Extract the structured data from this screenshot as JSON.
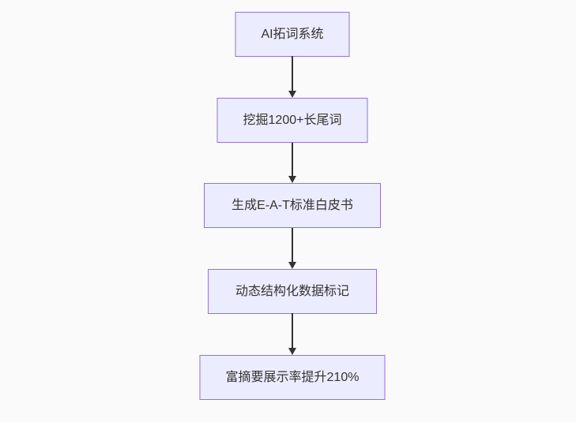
{
  "diagram": {
    "type": "flowchart-top-down",
    "nodes": [
      {
        "label": "AI拓词系统"
      },
      {
        "label": "挖掘1200+长尾词"
      },
      {
        "label": "生成E-A-T标准白皮书"
      },
      {
        "label": "动态结构化数据标记"
      },
      {
        "label": "富摘要展示率提升210%"
      }
    ],
    "edges": [
      {
        "from": 0,
        "to": 1
      },
      {
        "from": 1,
        "to": 2
      },
      {
        "from": 2,
        "to": 3
      },
      {
        "from": 3,
        "to": 4
      }
    ],
    "colors": {
      "background": "#FAFAFA",
      "node_fill": "#ECECFF",
      "node_border": "#9370DB",
      "text": "#333333",
      "arrow": "#333333"
    }
  }
}
